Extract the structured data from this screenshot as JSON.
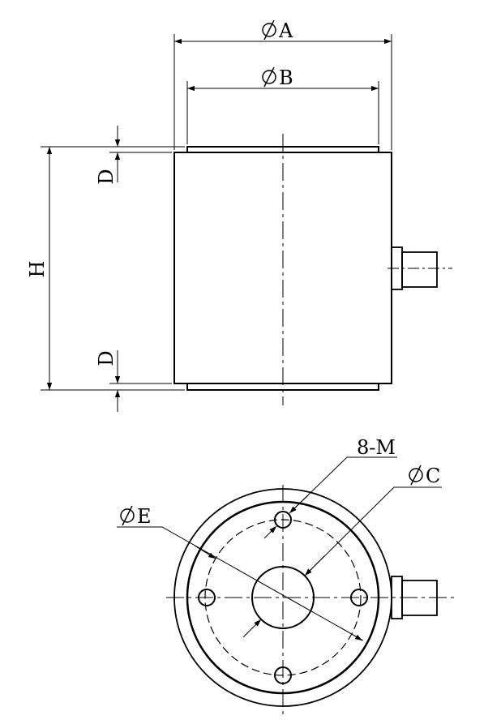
{
  "side_view": {
    "dim_outer_diameter": "A",
    "dim_boss_diameter": "B",
    "dim_height": "H",
    "dim_top_step": "D",
    "dim_bottom_step": "D"
  },
  "top_view": {
    "dim_holes": "8-M",
    "dim_center_bore": "C",
    "dim_bolt_circle": "E"
  }
}
